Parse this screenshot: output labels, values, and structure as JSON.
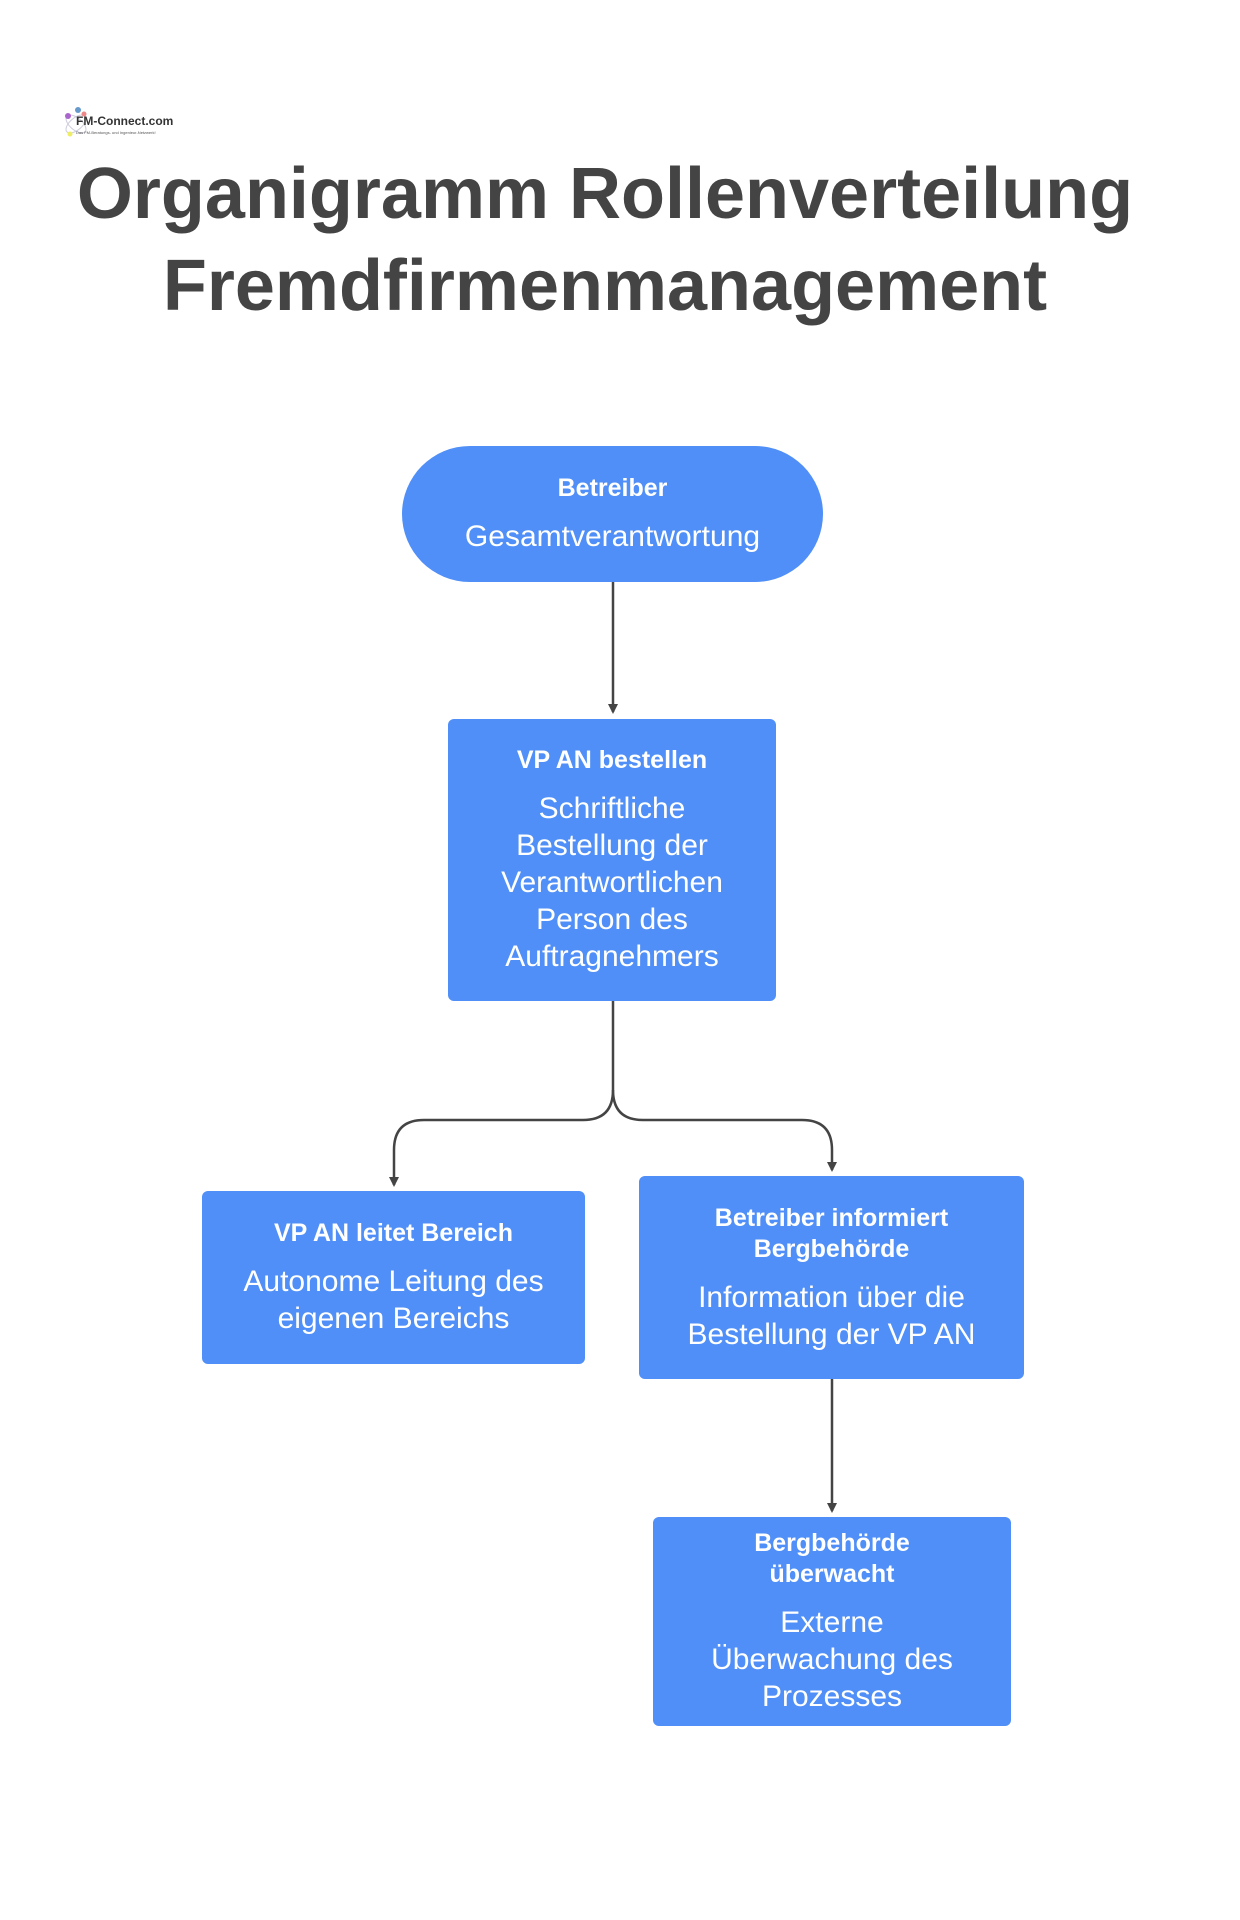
{
  "logo": {
    "name": "FM-Connect.com",
    "tagline": "Das FM-Beratungs- und Ingenieur-Netzwerk!"
  },
  "title": {
    "line1": "Organigramm Rollenverteilung",
    "line2": "Fremdfirmenmanagement"
  },
  "nodes": [
    {
      "title": "Betreiber",
      "text": "Gesamtverantwortung"
    },
    {
      "title": "VP AN bestellen",
      "text": "Schriftliche Bestellung der Verantwortlichen Person des Auftragnehmers"
    },
    {
      "title": "VP AN leitet Bereich",
      "text": "Autonome Leitung des eigenen Bereichs"
    },
    {
      "title": "Betreiber informiert Bergbehörde",
      "text": "Information über die Bestellung der VP AN"
    },
    {
      "title": "Bergbehörde überwacht",
      "text": "Externe Überwachung des Prozesses"
    }
  ],
  "colors": {
    "node": "#4f8ff7",
    "title": "#444444",
    "connector": "#444444"
  }
}
